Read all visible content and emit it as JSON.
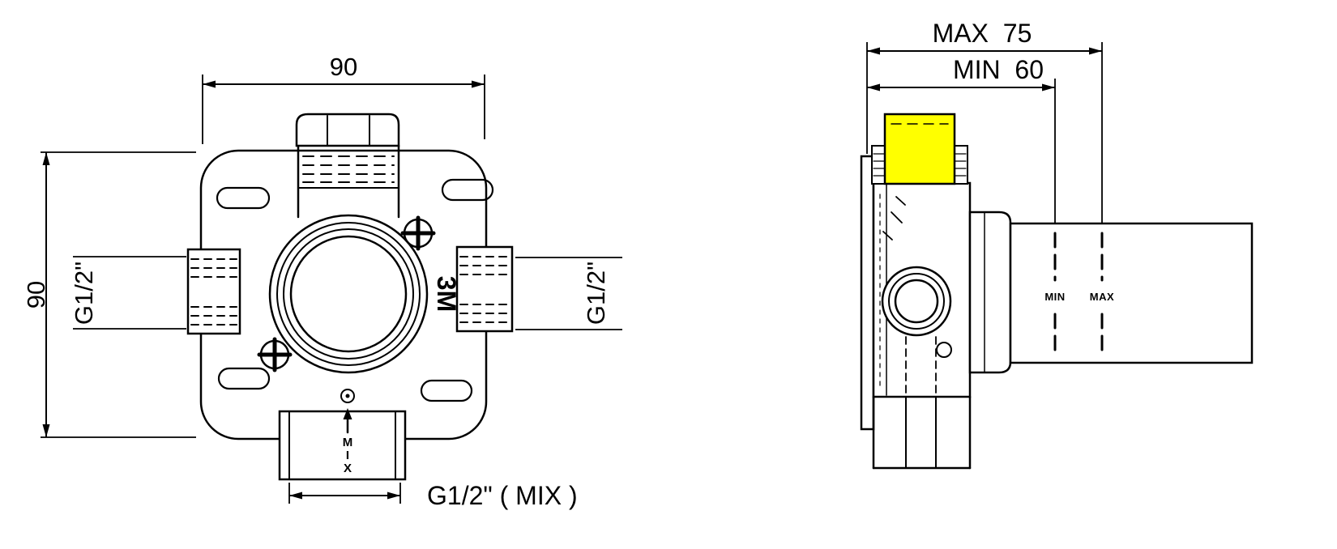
{
  "drawing": {
    "front_view": {
      "dim_width": "90",
      "dim_height": "90",
      "left_port": "G1/2\"",
      "right_port": "G1/2\"",
      "bottom_port": "G1/2\" ( MIX )",
      "body_mark": "3M",
      "flow_label_stacked": [
        "M",
        "I",
        "X"
      ]
    },
    "side_view": {
      "dim_max": "MAX  75",
      "dim_min": "MIN  60",
      "marker_min": "MIN",
      "marker_max": "MAX"
    },
    "colors": {
      "line": "#000000",
      "background": "#ffffff",
      "cap_highlight": "#ffff00"
    }
  }
}
